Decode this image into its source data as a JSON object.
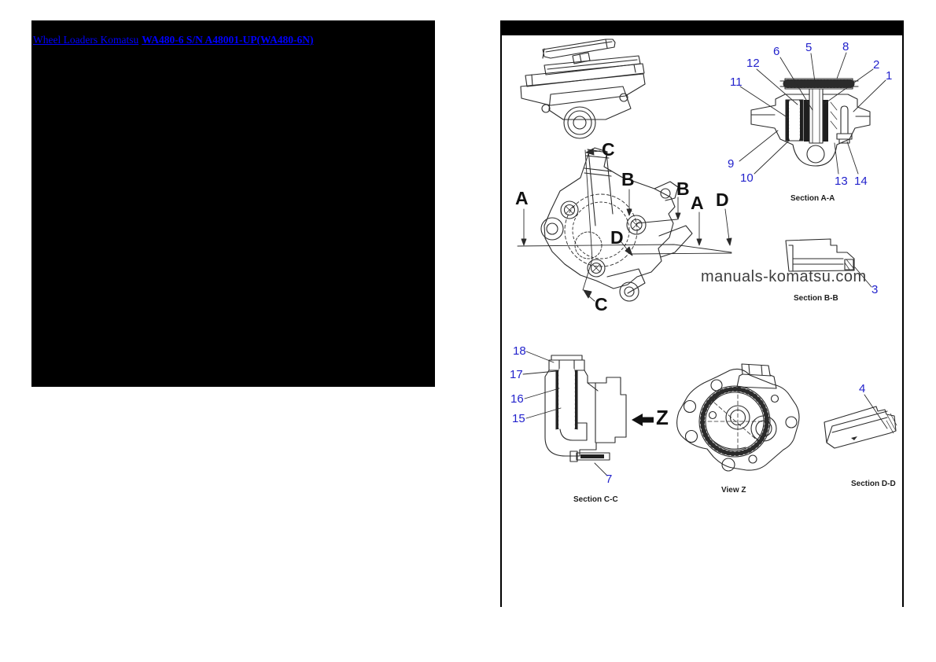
{
  "header_link": {
    "prefix": "Wheel Loaders Komatsu",
    "model": "WA480-6 S/N A48001-UP(WA480-6N)"
  },
  "watermark": "manuals-komatsu.com",
  "section_labels": {
    "aa": "Section A-A",
    "bb": "Section B-B",
    "cc": "Section C-C",
    "dd": "Section D-D",
    "view_z": "View Z"
  },
  "view_letters": {
    "a": "A",
    "b": "B",
    "c": "C",
    "d": "D",
    "z": "Z"
  },
  "callouts": {
    "n1": "1",
    "n2": "2",
    "n3": "3",
    "n4": "4",
    "n5": "5",
    "n6": "6",
    "n7": "7",
    "n8": "8",
    "n9": "9",
    "n10": "10",
    "n11": "11",
    "n12": "12",
    "n13": "13",
    "n14": "14",
    "n15": "15",
    "n16": "16",
    "n17": "17",
    "n18": "18"
  },
  "colors": {
    "callout_blue": "#2222cc",
    "link_blue": "#0000ff",
    "line": "#2b2b2b",
    "panel_black": "#000000",
    "watermark_gray": "#3f3f3f"
  }
}
